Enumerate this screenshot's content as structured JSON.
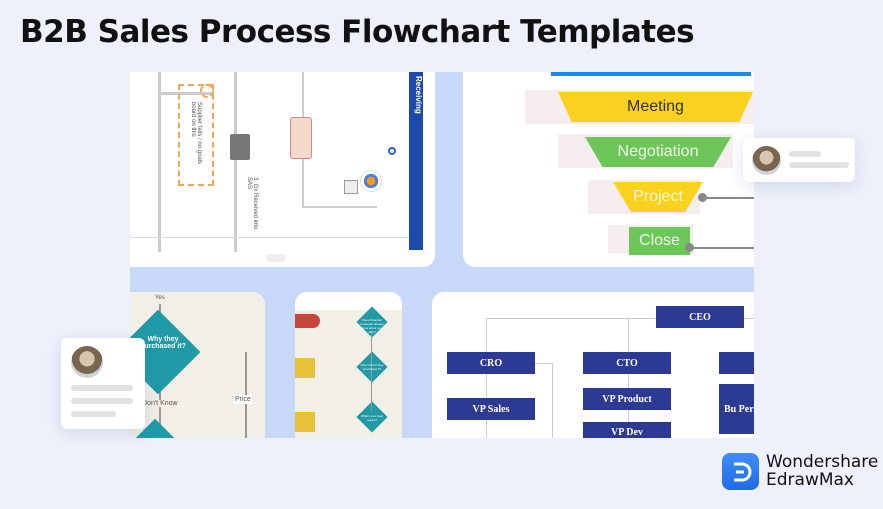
{
  "title": "B2B Sales Process Flowchart Templates",
  "funnel": [
    {
      "label": "Meeting",
      "color": "#f9d21f",
      "text": "#333"
    },
    {
      "label": "Negotiation",
      "color": "#6cc65a",
      "text": "#eef9e8"
    },
    {
      "label": "Project",
      "color": "#f9d21f",
      "text": "#fff6cc"
    },
    {
      "label": "Close",
      "color": "#6cc65a",
      "text": "#eef9e8"
    }
  ],
  "swimlane": {
    "lane_label": "Receiving",
    "step_text": "3. Gx Received into SAS",
    "note_text": "Supplier fails / no goals board on this"
  },
  "flow_left": {
    "question": "Why they purchased it?",
    "top_label": "Yes",
    "branch_label": "Don't Know",
    "side_label": "Price"
  },
  "flow_mid": {
    "q1": "Does Potential Customer already know about your offer?",
    "q2": "Why haven't they purchased it?",
    "q3": "What's your best guess?"
  },
  "org": {
    "ceo": "CEO",
    "cro": "CRO",
    "cto": "CTO",
    "vp_sales": "VP Sales",
    "vp_product": "VP Product",
    "vp_dev": "VP Dev",
    "partial": "Bu Perf"
  },
  "brand": {
    "line1": "Wondershare",
    "line2": "EdrawMax",
    "accent": "#2a78f0"
  }
}
